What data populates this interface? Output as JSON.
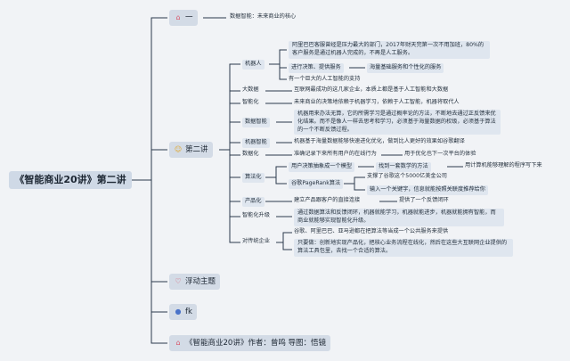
{
  "root": "《智能商业20讲》第二讲",
  "topics": [
    {
      "icon": "home-icon",
      "label": "一"
    },
    {
      "icon": "smile-icon",
      "label": "第二讲"
    },
    {
      "icon": "heart-icon",
      "label": "浮动主题"
    },
    {
      "icon": "drop-icon",
      "label": "fk"
    },
    {
      "icon": "home-icon",
      "label": "《智能商业20讲》作者：曾鸣 导图：悟镜"
    }
  ],
  "topic1_child": "数据智能：未来商业的核心",
  "sections": {
    "jiqiren": "机器人",
    "jiqiren_children": [
      "阿里巴巴客服曾经是压力最大的部门，2017年财天完第一次不用加班，80%的客户服务是通过机器人完成的，不再是人工服务。",
      "进行决策、提供服务",
      "海量基础服务和个性化的服务",
      "有一个巨大的人工智能的支持"
    ],
    "dashuju": "大数据",
    "dashuju_text": "互联网最成功的这几家企业，本质上都是基于人工智能和大数据",
    "zhinenghua": "智能化",
    "zhinenghua_text": "未来商业的决策地依赖于机器学习，依赖于人工智能，机器将取代人",
    "shujuzhineng": "数据智能",
    "shujuzhineng_text": "机器用来办法无算，它的所需学习是通过概率论的方法，不断地去通过正反馈来优化结果。而不是像人一样去思考和学习，必须基于海量数据的权级，必须基于算法的一个不断反馈过程。",
    "jiqizhineng": "机器智能",
    "jiqizhineng_text": "机器基于海量数据能够快速进化优化，做到比人更好的效果如谷歌翻译",
    "shujuhua": "数据化",
    "shujuhua_text1": "准确记录下来所有用户的在线行为",
    "shujuhua_text2": "用于优化也下一次平台的体验",
    "suanfahua": "算法化",
    "suanfahua_c1": "用户决策抽象成一个模型",
    "suanfahua_c1a": "找到一套数学的方法",
    "suanfahua_c1b": "用计算机能够理解的程序写下来",
    "suanfahua_c2": "谷歌PageRank算法",
    "suanfahua_c2a": "支撑了谷歌这个5000亿美金公司",
    "suanfahua_c2b": "输入一个关键字，信息就能按照关联度推荐给你",
    "chanpinhua": "产品化",
    "chanpinhua_text1": "建立产品跟客户的直接连接",
    "chanpinhua_text2": "提供了一个反馈闭环",
    "zhinenghuashengji": "智能化升级",
    "zhinenghuashengji_text": "通过数据算法和反馈闭环，机器就能学习，机器就能进步，机器就能拥有智能，而商业就能够实现智能化升级。",
    "duichuantong": "对传统企业",
    "duichuantong_c1": "谷歌、阿里巴巴、亚马逊都在把算法等当成一个公共服务来提供",
    "duichuantong_c2": "只要做：创新地实现产品化，把核心业务流程在线化，然后在这些大互联网企业提供的算法工具包里，去找一个合适的算法。"
  }
}
